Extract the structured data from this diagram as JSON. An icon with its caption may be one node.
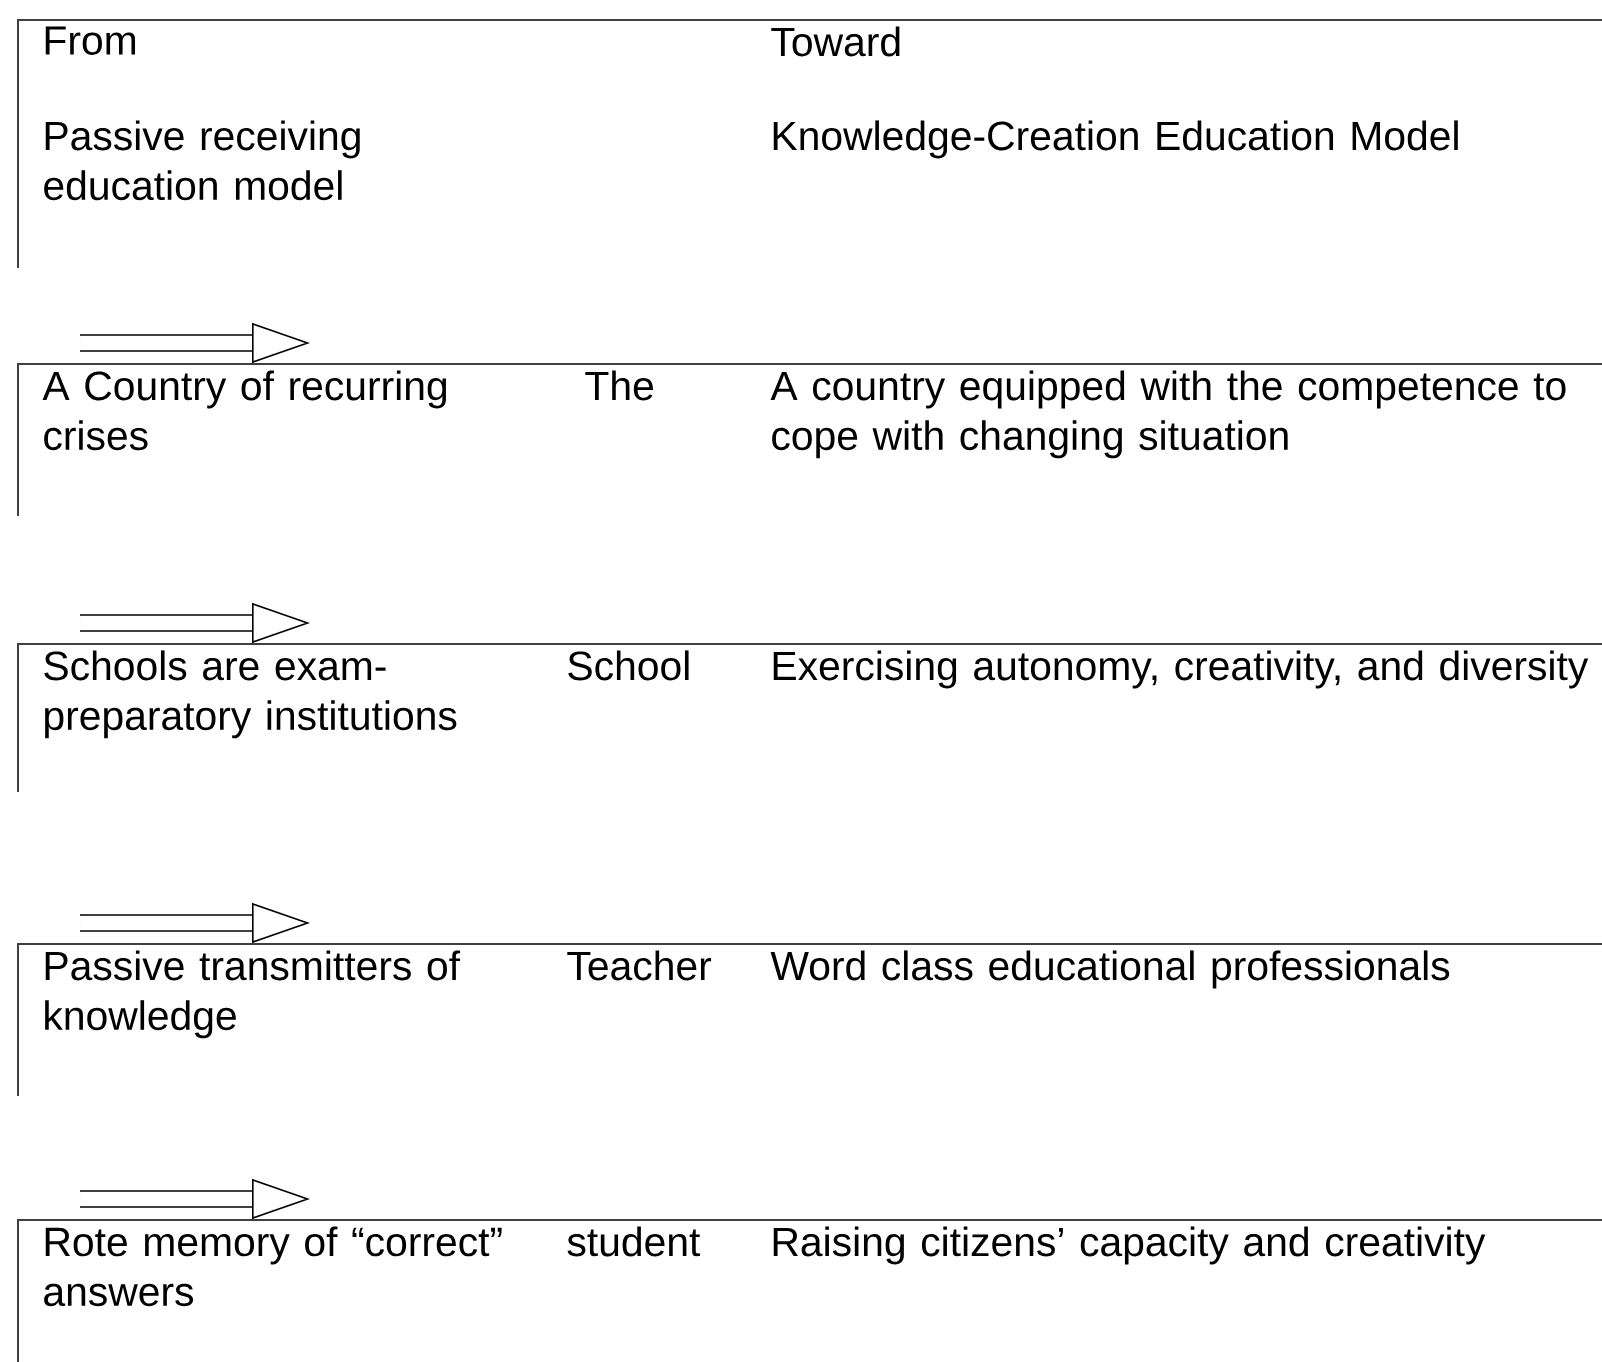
{
  "diagram": {
    "nodes": [
      {
        "text": [
          "From",
          "Toward",
          "Passive receiving education model",
          "Knowledge-Creation Education Model"
        ]
      },
      {
        "text": [
          "A Country of recurring crises",
          "The",
          "A country equipped with the competence to cope with changing situation"
        ]
      },
      {
        "text": [
          "Schools are exam-preparatory institutions",
          "School",
          "Exercising autonomy, creativity, and diversity"
        ]
      },
      {
        "text": [
          "Passive transmitters of knowledge",
          "Teacher",
          "Word class educational professionals"
        ]
      },
      {
        "text": [
          "Rote memory of “correct” answers",
          "student",
          "Raising citizens’ capacity and creativity"
        ]
      }
    ],
    "edges": [
      {
        "from": null,
        "to": 1,
        "arrow": "to"
      },
      {
        "from": null,
        "to": 2,
        "arrow": "to"
      },
      {
        "from": null,
        "to": 3,
        "arrow": "to"
      },
      {
        "from": null,
        "to": 4,
        "arrow": "to"
      }
    ]
  }
}
